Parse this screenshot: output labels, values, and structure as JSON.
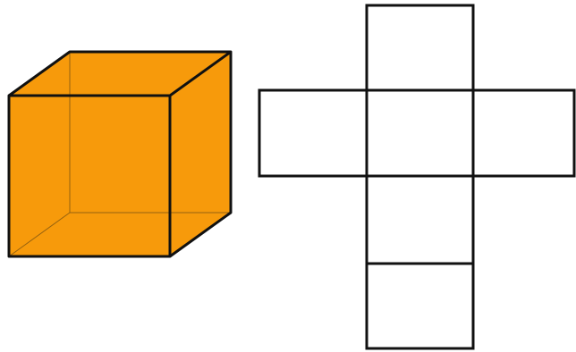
{
  "colors": {
    "background": "#ffffff",
    "cube_fill": "#F79A0B",
    "cube_fill_dark": "#E88F08",
    "outline": "#111111",
    "hidden_edge": "#6b4a12"
  },
  "cube": {
    "faces_visible": 3,
    "hidden_edges_shown": true
  },
  "net": {
    "squares": 6,
    "shape": "cross"
  }
}
